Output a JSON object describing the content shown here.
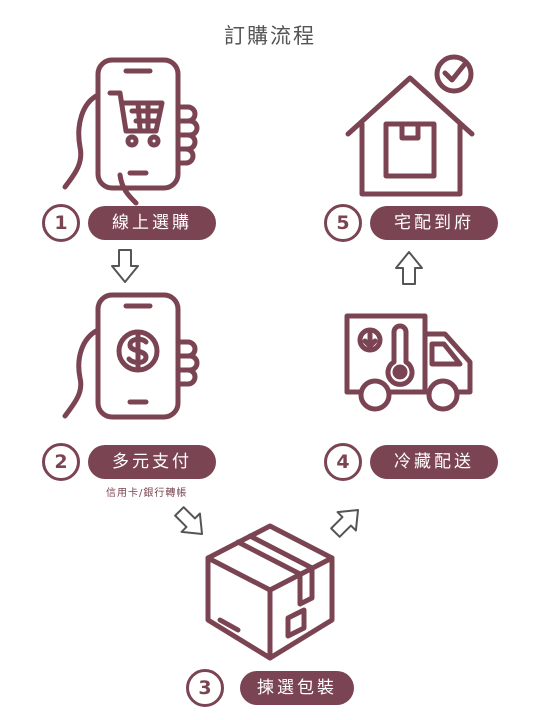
{
  "title": "訂購流程",
  "colors": {
    "accent": "#7b4452",
    "arrow_outline": "#555555",
    "text": "#555555"
  },
  "steps": [
    {
      "number": "1",
      "label": "線上選購",
      "icon": "phone-cart-icon"
    },
    {
      "number": "2",
      "label": "多元支付",
      "sublabel": "信用卡/銀行轉帳",
      "icon": "phone-dollar-icon"
    },
    {
      "number": "3",
      "label": "揀選包裝",
      "icon": "package-box-icon"
    },
    {
      "number": "4",
      "label": "冷藏配送",
      "icon": "refrigerated-truck-icon"
    },
    {
      "number": "5",
      "label": "宅配到府",
      "icon": "house-check-icon"
    }
  ]
}
